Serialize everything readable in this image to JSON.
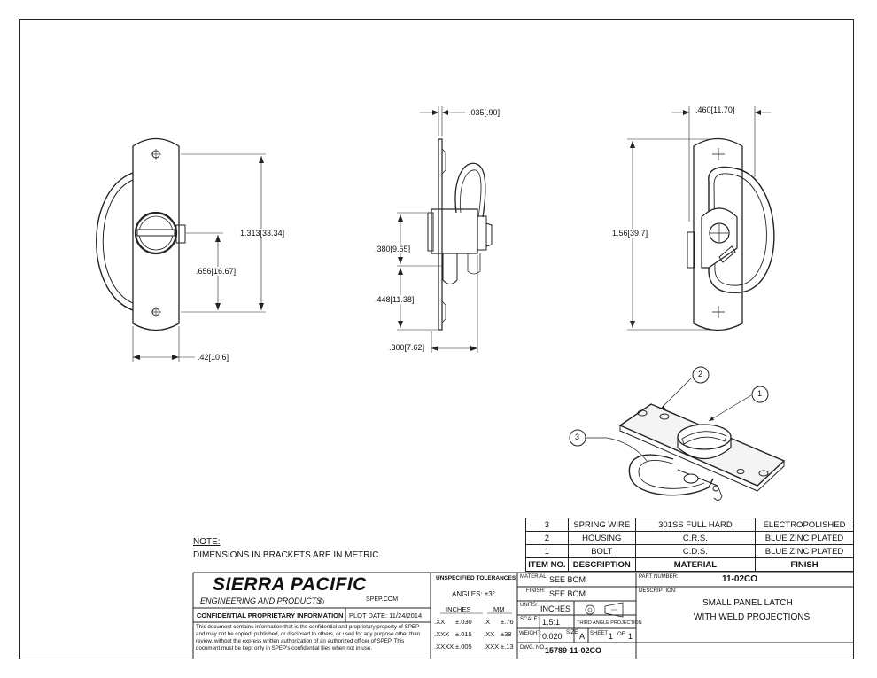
{
  "dimensions": {
    "front_height": "1.313",
    "front_height_mm": "33.34",
    "front_mid": ".656",
    "front_mid_mm": "16.67",
    "front_width": ".42",
    "front_width_mm": "10.6",
    "side_thickness": ".035",
    "side_thickness_mm": ".90",
    "side_a": ".380",
    "side_a_mm": "9.65",
    "side_b": ".448",
    "side_b_mm": "11.38",
    "side_depth": ".300",
    "side_depth_mm": "7.62",
    "rear_width": ".460",
    "rear_width_mm": "11.70",
    "rear_height": "1.56",
    "rear_height_mm": "39.7"
  },
  "balloons": [
    "1",
    "2",
    "3"
  ],
  "notes": {
    "heading": "NOTE:",
    "text": "DIMENSIONS IN BRACKETS ARE IN METRIC."
  },
  "bom": {
    "headers": [
      "ITEM NO.",
      "DESCRIPTION",
      "MATERIAL",
      "FINISH"
    ],
    "rows": [
      [
        "3",
        "SPRING WIRE",
        "301SS FULL HARD",
        "ELECTROPOLISHED"
      ],
      [
        "2",
        "HOUSING",
        "C.R.S.",
        "BLUE ZINC PLATED"
      ],
      [
        "1",
        "BOLT",
        "C.D.S.",
        "BLUE ZINC PLATED"
      ]
    ]
  },
  "company": {
    "name": "SIERRA PACIFIC",
    "tagline": "ENGINEERING AND PRODUCTS",
    "website": "SPEP.COM",
    "confidential_label": "CONFIDENTIAL PROPRIETARY INFORMATION",
    "plot_date": "PLOT DATE: 11/24/2014",
    "confidential_text": "This document contains information that is the confidential and proprietary property of SPEP and may not be copied, published, or disclosed to others, or used for any purpose other than review, without the express written authorization of an authorized officer of SPEP. This document must be kept only in SPEP's confidential files when not in use."
  },
  "tolerances": {
    "title": "UNSPECIFIED TOLERANCES",
    "angles": "ANGLES: ±3°",
    "inches_label": "INCHES",
    "mm_label": "MM",
    "rows": [
      [
        ".XX",
        "±.030",
        ".X",
        "±.76"
      ],
      [
        ".XXX",
        "±.015",
        ".XX",
        "±38"
      ],
      [
        ".XXXX",
        "±.005",
        ".XXX",
        "±.13"
      ]
    ]
  },
  "title_block": {
    "material_label": "MATERIAL:",
    "material": "SEE BOM",
    "finish_label": "FINISH:",
    "finish": "SEE BOM",
    "units_label": "UNITS:",
    "units": "INCHES",
    "scale_label": "SCALE:",
    "scale": "1.5:1",
    "projection": "THIRD ANGLE PROJECTION",
    "weight_label": "WEIGHT:",
    "weight": "0.020",
    "size_label": "SIZE",
    "size": "A",
    "sheet_label": "SHEET",
    "sheet": "1",
    "of_label": "OF",
    "sheet_total": "1",
    "dwg_label": "DWG. NO.",
    "dwg_no": "15789-11-02CO",
    "part_label": "PART NUMBER:",
    "part_number": "11-02CO",
    "desc_label": "DESCRIPTION:",
    "desc_line1": "SMALL PANEL LATCH",
    "desc_line2": "WITH WELD PROJECTIONS"
  }
}
